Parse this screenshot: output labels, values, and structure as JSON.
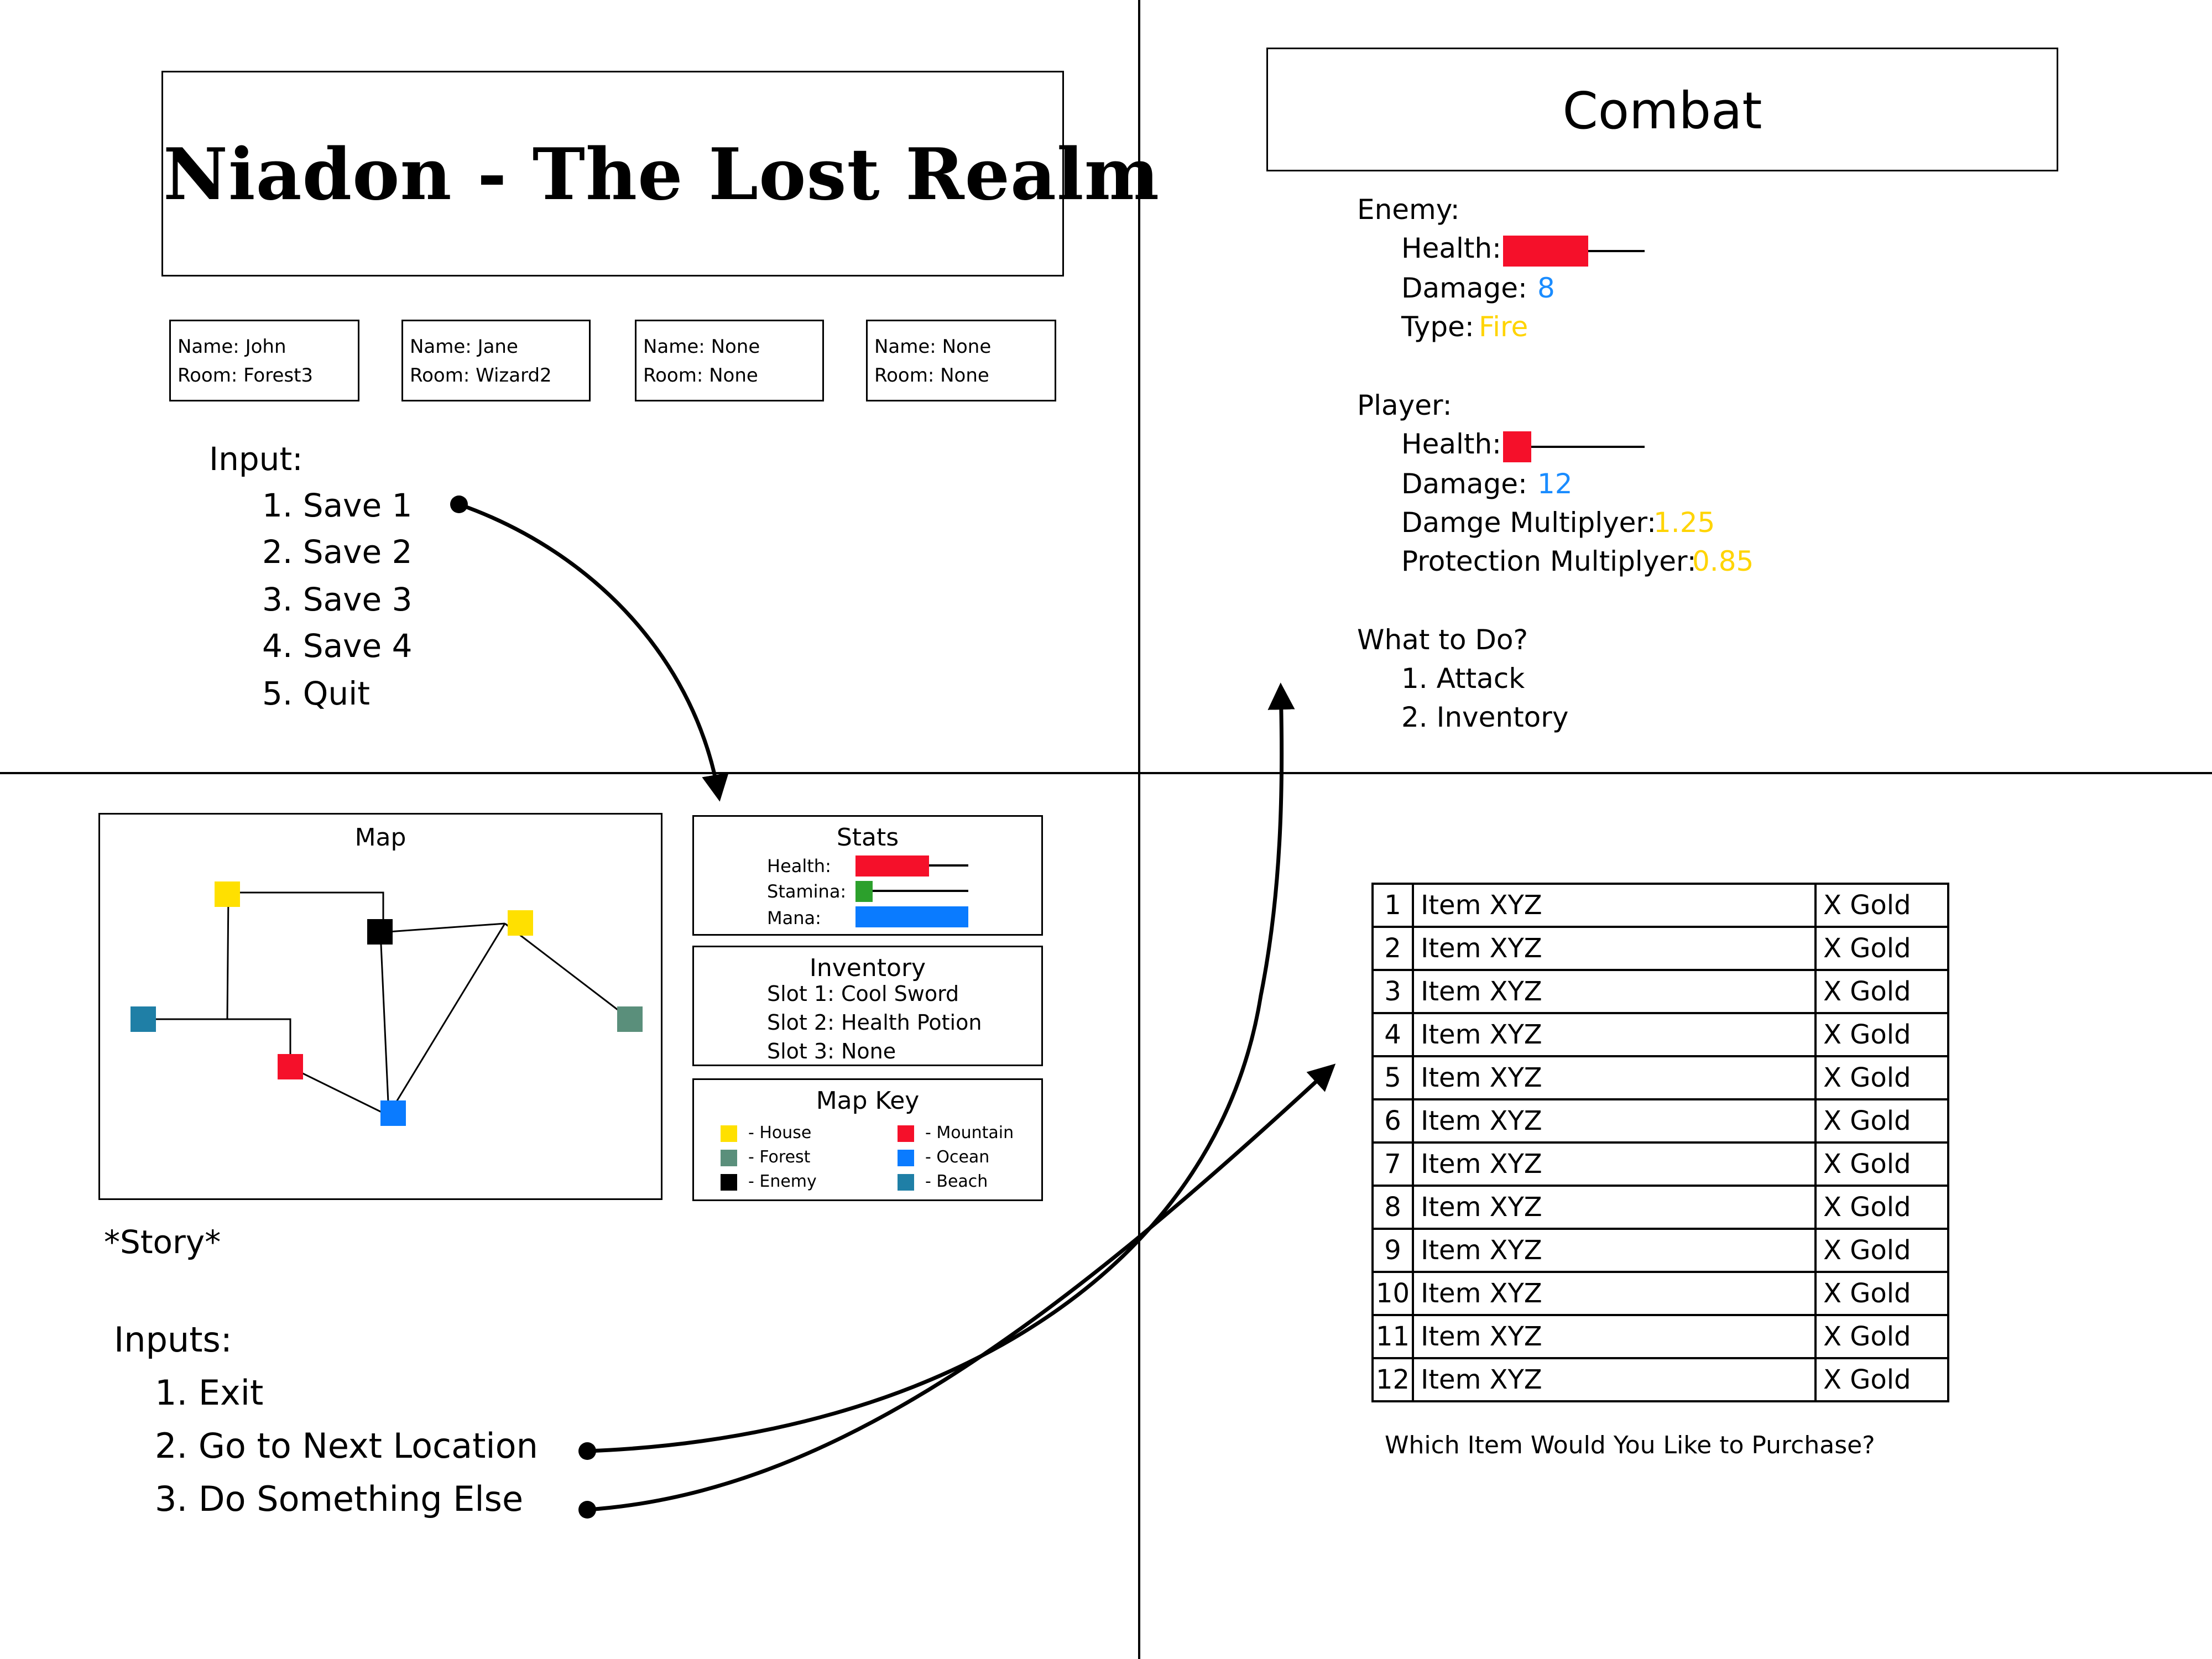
{
  "title": "Niadon - The Lost Realm",
  "save_slots": [
    {
      "name": "Name: John",
      "room": "Room: Forest3"
    },
    {
      "name": "Name: Jane",
      "room": "Room: Wizard2"
    },
    {
      "name": "Name: None",
      "room": "Room: None"
    },
    {
      "name": "Name: None",
      "room": "Room: None"
    }
  ],
  "main_menu": {
    "heading": "Input:",
    "options": [
      "1. Save 1",
      "2. Save 2",
      "3. Save 3",
      "4. Save 4",
      "5. Quit"
    ]
  },
  "map_panel": {
    "title": "Map",
    "nodes": [
      {
        "kind": "House",
        "color": "#ffe000"
      },
      {
        "kind": "Enemy",
        "color": "#000000"
      },
      {
        "kind": "House",
        "color": "#ffe000"
      },
      {
        "kind": "Beach",
        "color": "#1f7fa6"
      },
      {
        "kind": "Mountain",
        "color": "#f5102a"
      },
      {
        "kind": "Ocean",
        "color": "#0a7bff"
      },
      {
        "kind": "Forest",
        "color": "#5a8f7b"
      }
    ]
  },
  "stats": {
    "title": "Stats",
    "health_label": "Health:",
    "stamina_label": "Stamina:",
    "mana_label": "Mana:",
    "health_level": 0.65,
    "stamina_level": 0.15,
    "mana_level": 1.0,
    "health_color": "#f5102a",
    "stamina_color": "#2ca02c",
    "mana_color": "#0a7bff"
  },
  "inventory": {
    "title": "Inventory",
    "slots": [
      "Slot 1: Cool Sword",
      "Slot 2: Health Potion",
      "Slot 3: None"
    ]
  },
  "map_key": {
    "title": "Map Key",
    "entries": [
      {
        "label": "- House",
        "color": "#ffe000"
      },
      {
        "label": "- Mountain",
        "color": "#f5102a"
      },
      {
        "label": "- Forest",
        "color": "#5a8f7b"
      },
      {
        "label": "- Ocean",
        "color": "#0a7bff"
      },
      {
        "label": "- Enemy",
        "color": "#000000"
      },
      {
        "label": "- Beach",
        "color": "#1f7fa6"
      }
    ]
  },
  "story": {
    "text": "*Story*",
    "inputs_heading": "Inputs:",
    "options": [
      "1. Exit",
      "2. Go to Next Location",
      "3. Do Something Else"
    ]
  },
  "combat": {
    "title": "Combat",
    "enemy_heading": "Enemy:",
    "enemy_health_label": "Health:",
    "enemy_health_level": 0.6,
    "enemy_damage_label": "Damage:",
    "enemy_damage_value": "8",
    "enemy_type_label": "Type:",
    "enemy_type_value": "Fire",
    "player_heading": "Player:",
    "player_health_label": "Health:",
    "player_health_level": 0.2,
    "player_damage_label": "Damage:",
    "player_damage_value": "12",
    "damage_multiplier_label": "Damge Multiplyer:",
    "damage_multiplier_value": "1.25",
    "protection_multiplier_label": "Protection Multiplyer:",
    "protection_multiplier_value": "0.85",
    "question": "What to Do?",
    "options": [
      "1. Attack",
      "2. Inventory"
    ],
    "health_color": "#f5102a",
    "number_color": "#1a8cff",
    "highlight_color": "#ffd400"
  },
  "shop": {
    "rows": [
      {
        "num": "1",
        "item": "Item XYZ",
        "price": "X Gold"
      },
      {
        "num": "2",
        "item": "Item XYZ",
        "price": "X Gold"
      },
      {
        "num": "3",
        "item": "Item XYZ",
        "price": "X Gold"
      },
      {
        "num": "4",
        "item": "Item XYZ",
        "price": "X Gold"
      },
      {
        "num": "5",
        "item": "Item XYZ",
        "price": "X Gold"
      },
      {
        "num": "6",
        "item": "Item XYZ",
        "price": "X Gold"
      },
      {
        "num": "7",
        "item": "Item XYZ",
        "price": "X Gold"
      },
      {
        "num": "8",
        "item": "Item XYZ",
        "price": "X Gold"
      },
      {
        "num": "9",
        "item": "Item XYZ",
        "price": "X Gold"
      },
      {
        "num": "10",
        "item": "Item XYZ",
        "price": "X Gold"
      },
      {
        "num": "11",
        "item": "Item XYZ",
        "price": "X Gold"
      },
      {
        "num": "12",
        "item": "Item XYZ",
        "price": "X Gold"
      }
    ],
    "prompt": "Which Item Would You Like to Purchase?"
  }
}
